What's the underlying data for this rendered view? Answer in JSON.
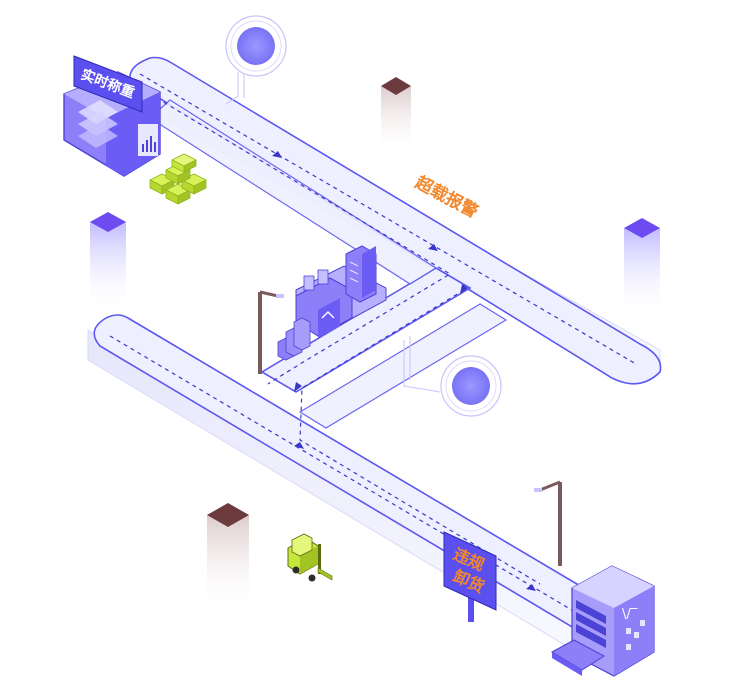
{
  "labels": {
    "realtime_weighing": "实时称重",
    "overload_alarm": "超载报警",
    "illegal_unloading_line1": "违规",
    "illegal_unloading_line2": "卸货",
    "factory_sign": "\\/‾"
  },
  "colors": {
    "road_top": "#eef0ff",
    "road_edge": "#5b57f0",
    "dash": "#3a37c9",
    "accent_orange": "#f2872c",
    "purple": "#6a5cf5",
    "pillar_purple": "#6c4cf0",
    "pillar_brown": "#6b3b3e",
    "lime": "#c6e83a",
    "lime_dark": "#8fb51b"
  }
}
